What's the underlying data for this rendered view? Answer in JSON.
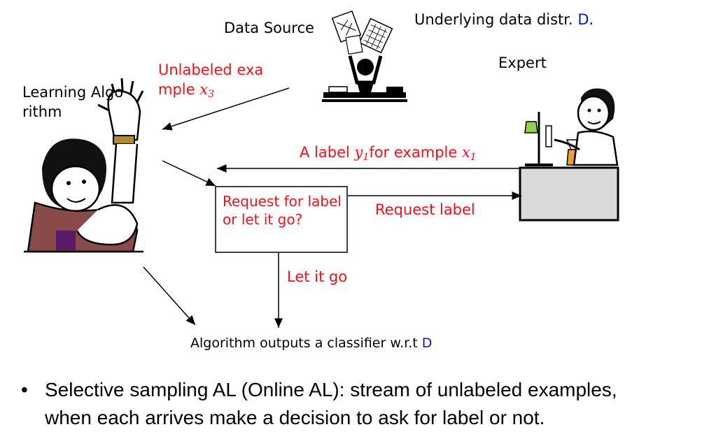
{
  "diagram": {
    "data_source_label": "Data Source",
    "distribution_label_prefix": "Underlying data distr. ",
    "distribution_symbol": "D",
    "distribution_suffix": ".",
    "expert_label": "Expert",
    "learner_label_line1": "Learning Algo",
    "learner_label_line2": "rithm",
    "unlabeled_line1": "Unlabeled exa",
    "unlabeled_line2_prefix": "mple ",
    "unlabeled_var": "x",
    "unlabeled_var_sub": "3",
    "label_text_prefix": "A label ",
    "label_var_y": "y",
    "label_var_y_sub": "1",
    "label_text_mid": "for example ",
    "label_var_x": "x",
    "label_var_x_sub": "1",
    "request_box_text": "Request for label or let it go?",
    "request_label": "Request label",
    "let_it_go": "Let it go",
    "output_prefix": "Algorithm outputs a classifier w.r.t ",
    "output_symbol": "D"
  },
  "bullet": {
    "marker": "•",
    "line1": "Selective sampling AL (Online AL): stream of unlabeled examples,",
    "line2": "when each arrives make a decision to ask for label or not."
  },
  "colors": {
    "red_text": "#e8141c",
    "blue_symbol": "#0a14d0"
  }
}
